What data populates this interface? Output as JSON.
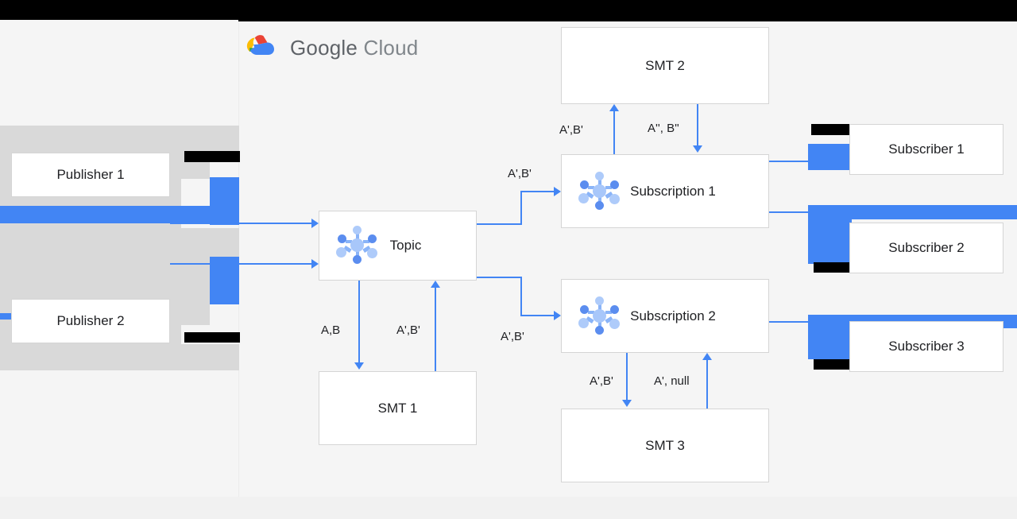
{
  "page": {
    "background": "#f5f5f5",
    "panel_background": "#f5f5f5",
    "accent_blue": "#4285f4",
    "node_icon_blue": "#8ab4f8",
    "redaction_black": "#000000",
    "redaction_gray": "#d9d9d9"
  },
  "brand": {
    "name_bold": "Google",
    "name_light": "Cloud",
    "logo": "google-cloud-logo"
  },
  "nodes": {
    "publisher_1": "Publisher 1",
    "publisher_2": "Publisher 2",
    "topic": "Topic",
    "subscription_1": "Subscription 1",
    "subscription_2": "Subscription 2",
    "smt_1": "SMT 1",
    "smt_2": "SMT 2",
    "smt_3": "SMT 3",
    "subscriber_1": "Subscriber 1",
    "subscriber_2": "Subscriber 2",
    "subscriber_3": "Subscriber 3"
  },
  "edge_labels": {
    "topic_to_smt1": "A,B",
    "smt1_to_topic": "A',B'",
    "topic_to_sub1": "A',B'",
    "topic_to_sub2": "A',B'",
    "sub1_to_smt2": "A',B'",
    "smt2_to_sub1": "A'', B''",
    "sub2_to_smt3": "A',B'",
    "smt3_to_sub2": "A', null"
  }
}
